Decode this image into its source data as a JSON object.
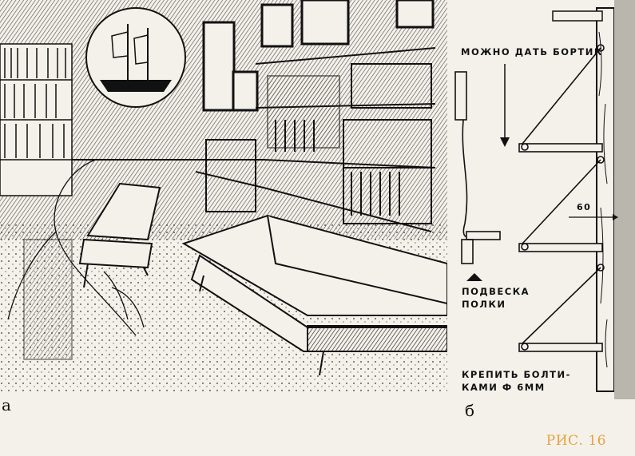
{
  "labels": {
    "panel_a": "а",
    "panel_b": "б",
    "can_add_rim": "МОЖНО ДАТЬ БОРТИК",
    "shelf_hanging_line1": "ПОДВЕСКА",
    "shelf_hanging_line2": "ПОЛКИ",
    "fasten_line1": "КРЕПИТЬ БОЛТИ-",
    "fasten_line2": "КАМИ Ф 6ММ",
    "dimension": "60",
    "figure": "РИС. 16"
  },
  "colors": {
    "ink": "#111111",
    "paper": "#f4f1ea",
    "figure_label": "#e8a23c"
  }
}
